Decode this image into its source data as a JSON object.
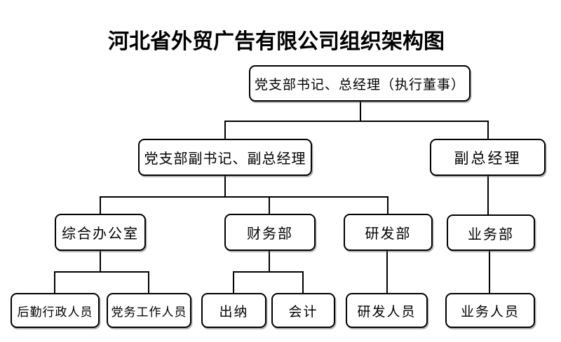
{
  "title": "河北省外贸广告有限公司组织架构图",
  "colors": {
    "background": "#ffffff",
    "line": "#000000",
    "text": "#000000",
    "box_border": "#000000"
  },
  "org_tree": {
    "label": "党支部书记、总经理（执行董事）",
    "children": [
      {
        "label": "党支部副书记、副总经理",
        "children": [
          {
            "label": "综合办公室",
            "children": [
              {
                "label": "后勤行政人员"
              },
              {
                "label": "党务工作人员"
              }
            ]
          },
          {
            "label": "财务部",
            "children": [
              {
                "label": "出纳"
              },
              {
                "label": "会计"
              }
            ]
          },
          {
            "label": "研发部",
            "children": [
              {
                "label": "研发人员"
              }
            ]
          }
        ]
      },
      {
        "label": "副总经理",
        "children": [
          {
            "label": "业务部",
            "children": [
              {
                "label": "业务人员"
              }
            ]
          }
        ]
      }
    ]
  }
}
